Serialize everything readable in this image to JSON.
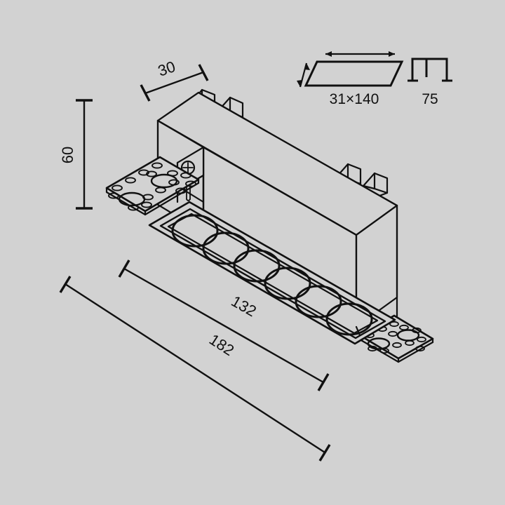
{
  "drawing": {
    "title": "Recessed linear LED downlight - dimensional drawing",
    "background_color": "#d2d2d2",
    "line_color": "#111111",
    "units": "mm",
    "product": {
      "type": "trimless recessed linear downlight",
      "cell_count": 6,
      "mounting": "spring clips and perforated plaster-in flanges"
    }
  },
  "dimensions": {
    "depth": {
      "label": "30",
      "name": "body-depth"
    },
    "height": {
      "label": "60",
      "name": "body-height"
    },
    "aperture_length": {
      "label": "132",
      "name": "aperture-length"
    },
    "overall_length": {
      "label": "182",
      "name": "overall-length"
    }
  },
  "icons": {
    "cutout": {
      "label": "31×140",
      "name": "cutout-size-icon",
      "description": "ceiling cut-out width by length"
    },
    "depth": {
      "label": "75",
      "name": "recess-depth-icon",
      "description": "required recess depth"
    }
  }
}
